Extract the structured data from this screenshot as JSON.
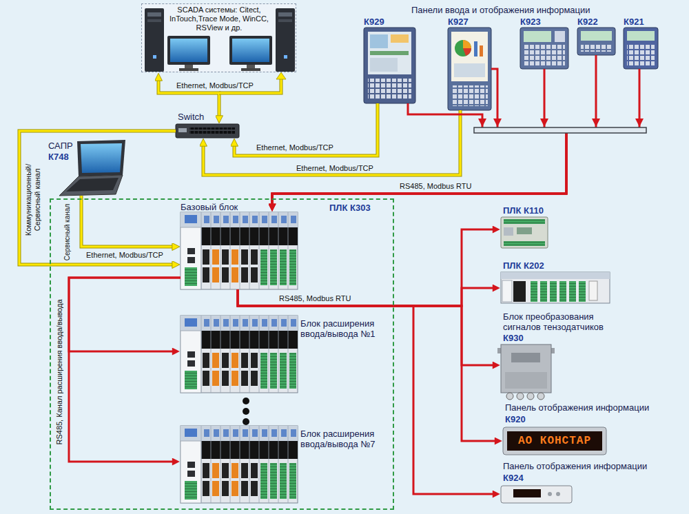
{
  "diagram": {
    "nodes": [
      {
        "text": [
          "SCADA системы: Citect, InTouch,Trace Mode, WinCC, RSView и др."
        ]
      },
      {
        "text": [
          "Switch"
        ]
      },
      {
        "text": [
          "К929"
        ]
      },
      {
        "text": [
          "К927"
        ]
      },
      {
        "text": [
          "К923"
        ]
      },
      {
        "text": [
          "К922"
        ]
      },
      {
        "text": [
          "К921"
        ]
      },
      {
        "text": [
          "САПР",
          "К748"
        ]
      },
      {
        "text": [
          "ПЛК К303"
        ]
      },
      {
        "text": [
          "Базовый блок"
        ],
        "in": 8
      },
      {
        "text": [
          "Блок расширения ввода/вывода №1"
        ],
        "in": 8
      },
      {
        "text": [
          "Блок расширения ввода/вывода №7"
        ],
        "in": 8
      },
      {
        "text": [
          "ПЛК К110"
        ]
      },
      {
        "text": [
          "ПЛК К202"
        ]
      },
      {
        "text": [
          "Блок преобразования сигналов тензодатчиков",
          "К930"
        ]
      },
      {
        "text": [
          "Панель отображения информации",
          "К920"
        ]
      },
      {
        "text": [
          "Панель отображения информации",
          "К924"
        ]
      }
    ],
    "edges": [
      {
        "from": 0,
        "to": 1,
        "arrow": "both",
        "label": "Ethernet, Modbus/TCP"
      },
      {
        "from": 2,
        "to": 1,
        "arrow": "to",
        "label": "Ethernet, Modbus/TCP"
      },
      {
        "from": 3,
        "to": 1,
        "arrow": "to",
        "label": "Ethernet, Modbus/TCP"
      },
      {
        "from": 1,
        "to": 9,
        "arrow": "to",
        "label": "Коммуникационный/ Сервисный канал"
      },
      {
        "from": 7,
        "to": 9,
        "arrow": "to",
        "label": "Сервисный канал"
      },
      {
        "from": 2,
        "to": 9,
        "arrow": "to",
        "label": "RS485, Modbus RTU"
      },
      {
        "from": 3,
        "to": 9,
        "arrow": "to"
      },
      {
        "from": 4,
        "to": 9,
        "arrow": "to"
      },
      {
        "from": 5,
        "to": 9,
        "arrow": "to"
      },
      {
        "from": 6,
        "to": 9,
        "arrow": "to"
      },
      {
        "from": 9,
        "to": 10,
        "arrow": "to",
        "label": "RS485, Канал расширения ввода/вывода"
      },
      {
        "from": 9,
        "to": 11,
        "arrow": "to"
      },
      {
        "from": 9,
        "to": 12,
        "arrow": "to",
        "label": "RS485, Modbus RTU"
      },
      {
        "from": 9,
        "to": 13,
        "arrow": "to"
      },
      {
        "from": 9,
        "to": 14,
        "arrow": "to"
      },
      {
        "from": 9,
        "to": 15,
        "arrow": "to"
      },
      {
        "from": 9,
        "to": 16,
        "arrow": "to"
      }
    ],
    "labels": [
      "Панели ввода и отображения информации",
      "Ethernet, Modbus/TCP",
      "АО КОНСТАР"
    ]
  }
}
